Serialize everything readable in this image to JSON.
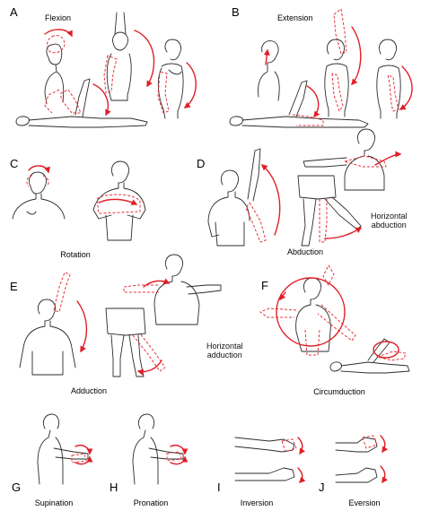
{
  "panels": {
    "a": {
      "letter": "A",
      "label": "Flexion"
    },
    "b": {
      "letter": "B",
      "label": "Extension"
    },
    "c": {
      "letter": "C",
      "label": "Rotation"
    },
    "d": {
      "letter": "D",
      "label": "Abduction",
      "sub_label": "Horizontal\nabduction"
    },
    "e": {
      "letter": "E",
      "label": "Adduction",
      "sub_label": "Horizontal\nadduction"
    },
    "f": {
      "letter": "F",
      "label": "Circumduction"
    },
    "g": {
      "letter": "G",
      "label": "Supination"
    },
    "h": {
      "letter": "H",
      "label": "Pronation"
    },
    "i": {
      "letter": "I",
      "label": "Inversion"
    },
    "j": {
      "letter": "J",
      "label": "Eversion"
    }
  },
  "colors": {
    "arrow": "#e01e26",
    "ghost_outline": "#e8313a",
    "line_art": "#2b2b2b",
    "background": "#ffffff"
  },
  "icons": {
    "motion_arrow": "curved-red-arrow",
    "ghost_limb": "dashed-red-outline"
  }
}
